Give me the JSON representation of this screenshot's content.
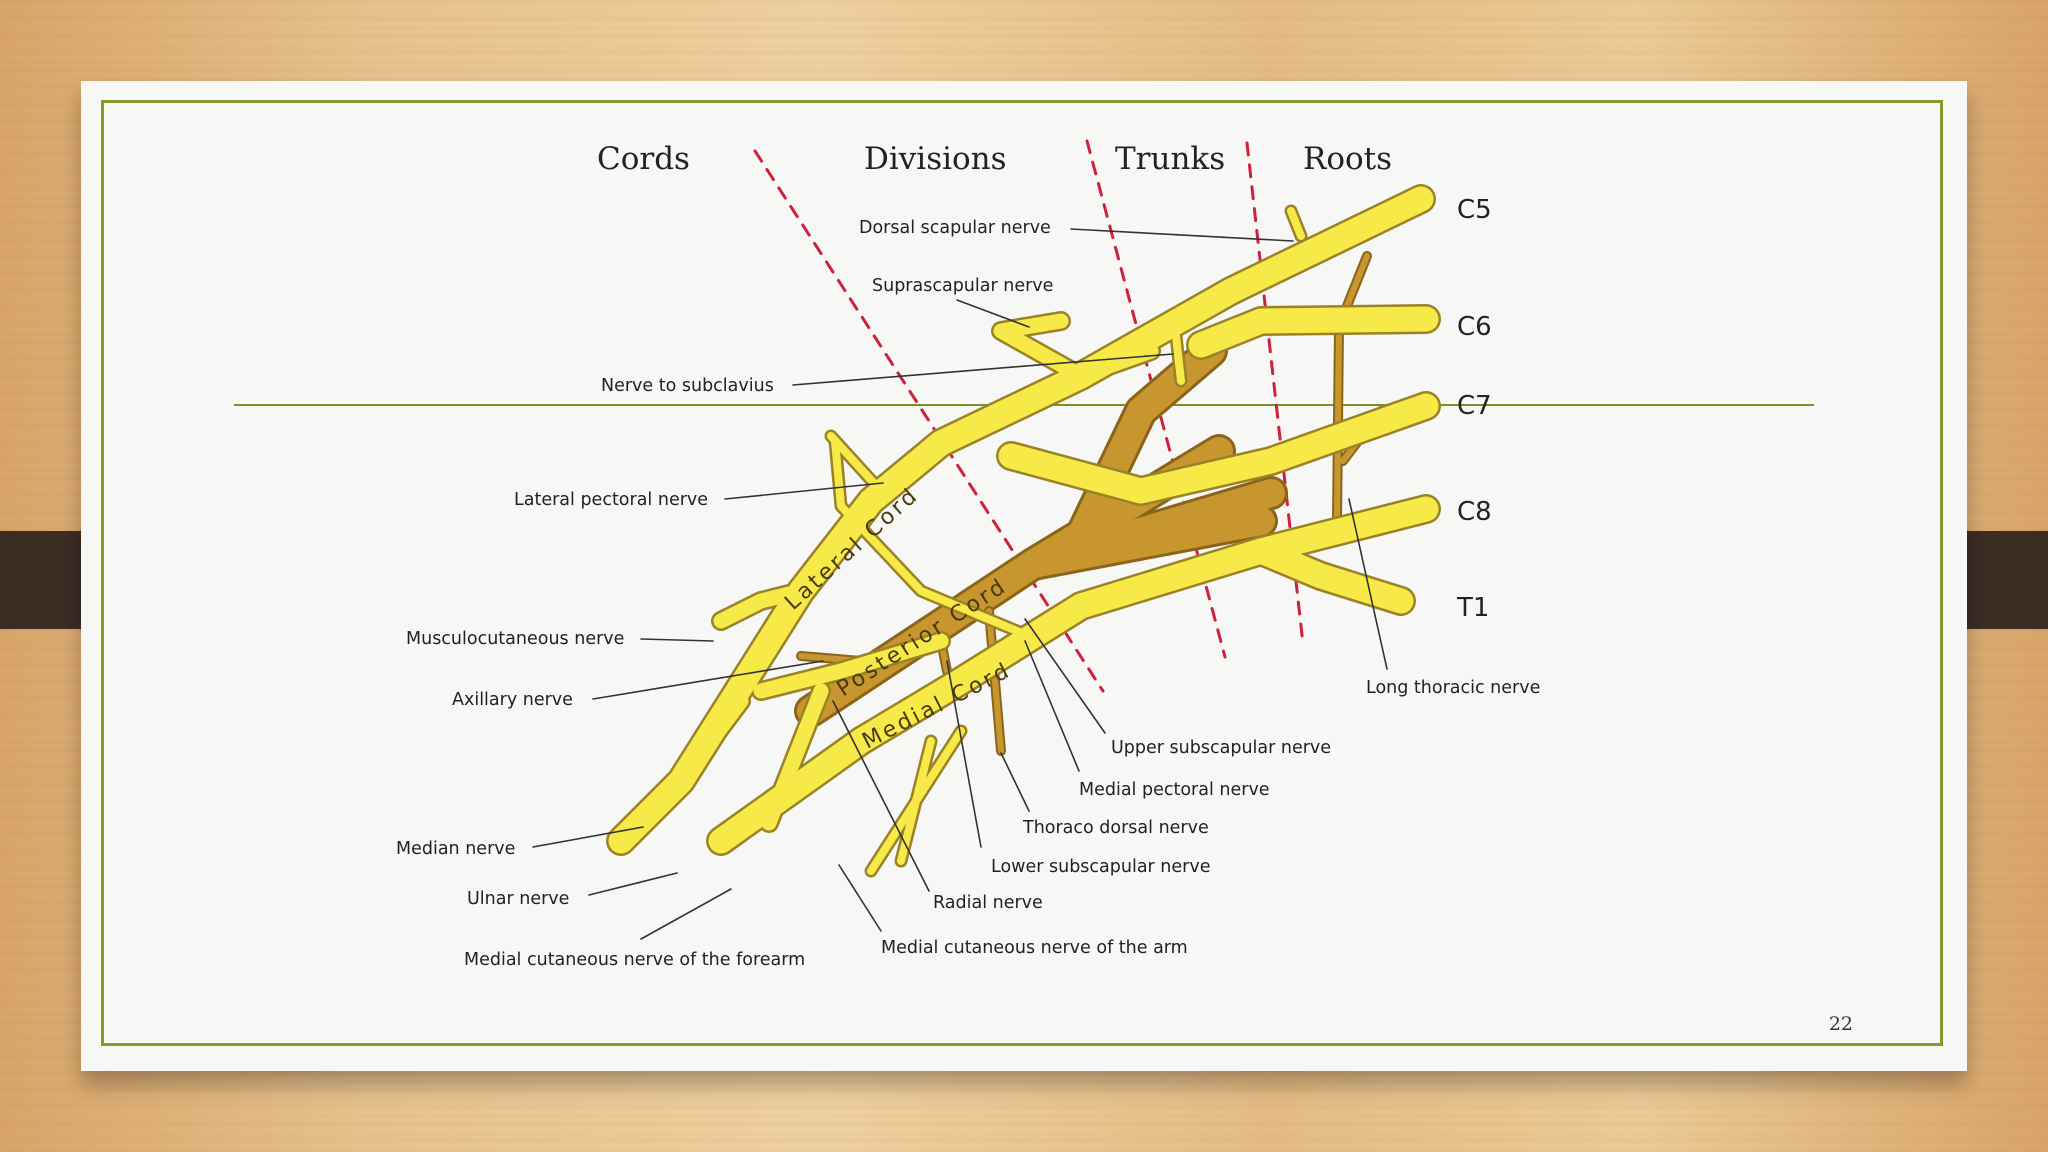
{
  "header_labels": {
    "cords": "Cords",
    "divisions": "Divisions",
    "trunks": "Trunks",
    "roots": "Roots"
  },
  "roots": {
    "c5": "C5",
    "c6": "C6",
    "c7": "C7",
    "c8": "C8",
    "t1": "T1"
  },
  "cord_labels": {
    "lateral": "Lateral Cord",
    "posterior": "Posterior Cord",
    "medial": "Medial Cord"
  },
  "nerves": {
    "dorsal_scapular": "Dorsal scapular nerve",
    "suprascapular": "Suprascapular nerve",
    "nerve_to_subclavius": "Nerve to subclavius",
    "lateral_pectoral": "Lateral pectoral nerve",
    "musculocutaneous": "Musculocutaneous nerve",
    "axillary": "Axillary nerve",
    "median": "Median nerve",
    "ulnar": "Ulnar nerve",
    "medial_cutaneous_forearm": "Medial cutaneous nerve of the forearm",
    "medial_cutaneous_arm": "Medial cutaneous nerve of the arm",
    "radial": "Radial nerve",
    "lower_subscapular": "Lower subscapular nerve",
    "thoraco_dorsal": "Thoraco dorsal nerve",
    "medial_pectoral": "Medial pectoral nerve",
    "upper_subscapular": "Upper subscapular nerve",
    "long_thoracic": "Long thoracic nerve"
  },
  "page_number": "22",
  "colors": {
    "nerve_yellow": "#f7ea48",
    "nerve_outline": "#9a8226",
    "posterior_brown": "#c8962e",
    "divider_red": "#d0213a",
    "frame_green": "#8a9a2a"
  }
}
